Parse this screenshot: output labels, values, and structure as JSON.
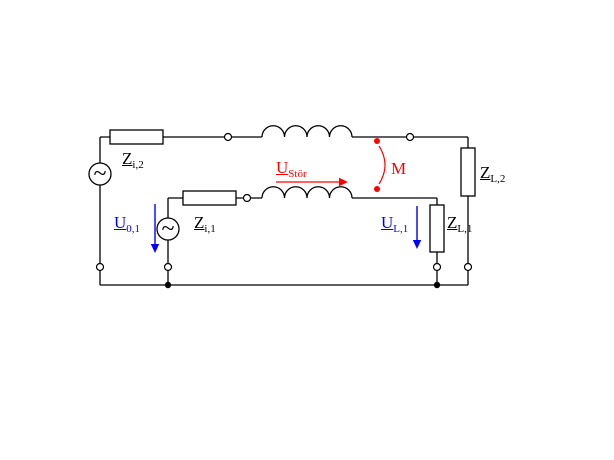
{
  "symbols": {
    "ac_source": "~"
  },
  "colors": {
    "wire": "#000000",
    "voltage_label": "#0000ff",
    "coupling": "#ff0000"
  },
  "labels": {
    "zi2": {
      "main": "Z",
      "sub": "i,2"
    },
    "u01": {
      "main": "U",
      "sub": "0,1"
    },
    "zi1": {
      "main": "Z",
      "sub": "i,1"
    },
    "ustoer": {
      "main": "U",
      "sub": "Stör"
    },
    "m": {
      "main": "M",
      "sub": ""
    },
    "ul1": {
      "main": "U",
      "sub": "L,1"
    },
    "zl1": {
      "main": "Z",
      "sub": "L,1"
    },
    "zl2": {
      "main": "Z",
      "sub": "L,2"
    }
  }
}
